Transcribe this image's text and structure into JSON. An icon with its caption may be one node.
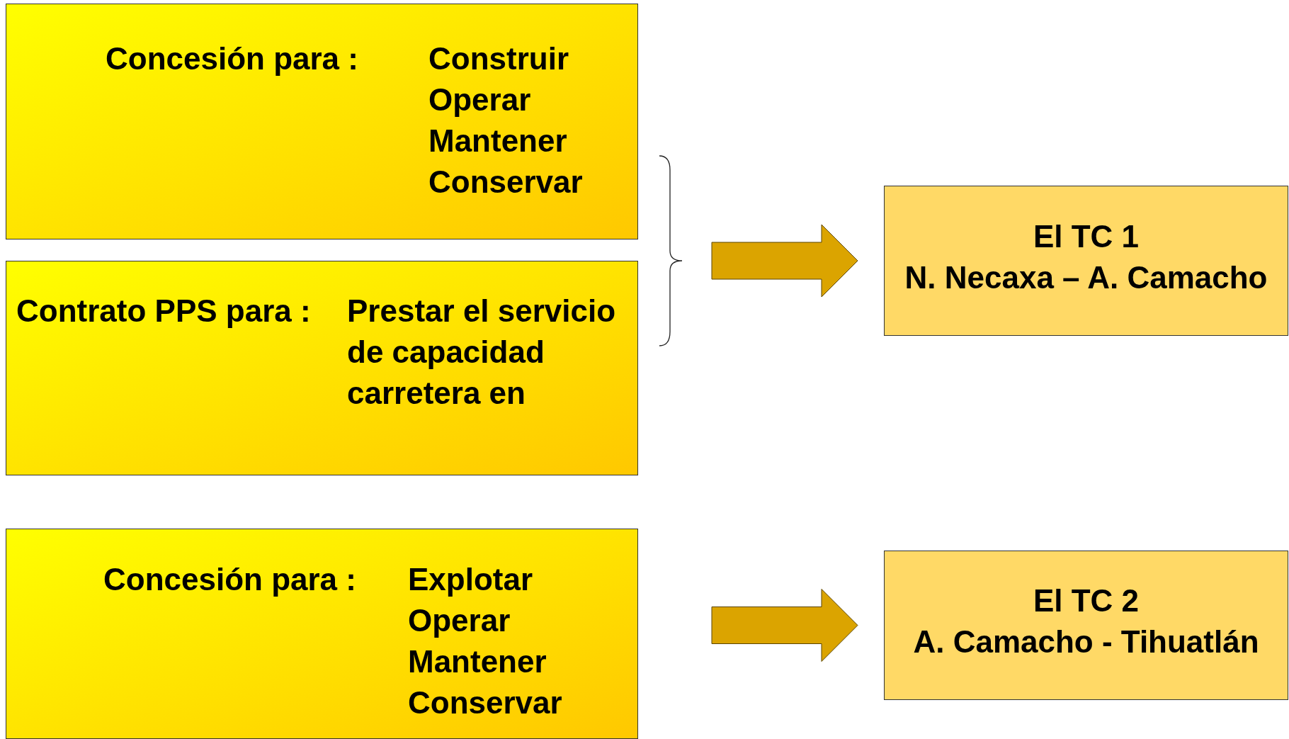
{
  "diagram": {
    "nodes": [
      {
        "text": [
          "Concesión para :",
          "Construir",
          "Operar",
          "Mantener",
          "Conservar"
        ]
      },
      {
        "text": [
          "Contrato PPS para :",
          "Prestar el servicio de capacidad carretera en"
        ]
      },
      {
        "text": [
          "Concesión para :",
          "Explotar",
          "Operar",
          "Mantener",
          "Conservar"
        ]
      },
      {
        "text": [
          "El TC 1",
          "N. Necaxa – A. Camacho"
        ]
      },
      {
        "text": [
          "El TC 2",
          "A. Camacho - Tihuatlán"
        ]
      }
    ],
    "edges": [
      {
        "from": 0,
        "to": 3,
        "arrow": "to"
      },
      {
        "from": 1,
        "to": 3,
        "arrow": "to"
      },
      {
        "from": 2,
        "to": 4,
        "arrow": "to"
      }
    ]
  }
}
